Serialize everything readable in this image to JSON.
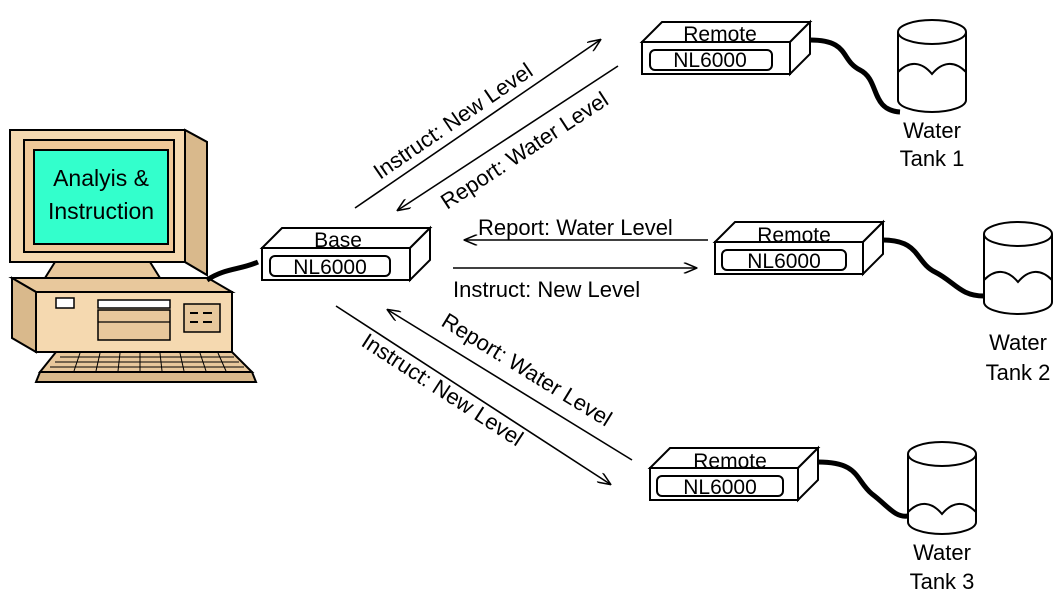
{
  "computer": {
    "screen_line1": "Analyis &",
    "screen_line2": "Instruction",
    "screen_color": "#33ffcc",
    "case_color": "#f5d9b0"
  },
  "base": {
    "title": "Base",
    "model": "NL6000"
  },
  "remotes": [
    {
      "title": "Remote",
      "model": "NL6000",
      "tank_line1": "Water",
      "tank_line2": "Tank 1"
    },
    {
      "title": "Remote",
      "model": "NL6000",
      "tank_line1": "Water",
      "tank_line2": "Tank 2"
    },
    {
      "title": "Remote",
      "model": "NL6000",
      "tank_line1": "Water",
      "tank_line2": "Tank 3"
    }
  ],
  "links": [
    {
      "instruct": "Instruct: New Level",
      "report": "Report: Water Level"
    },
    {
      "instruct": "Instruct: New Level",
      "report": "Report: Water Level"
    },
    {
      "instruct": "Instruct: New Level",
      "report": "Report: Water Level"
    }
  ]
}
